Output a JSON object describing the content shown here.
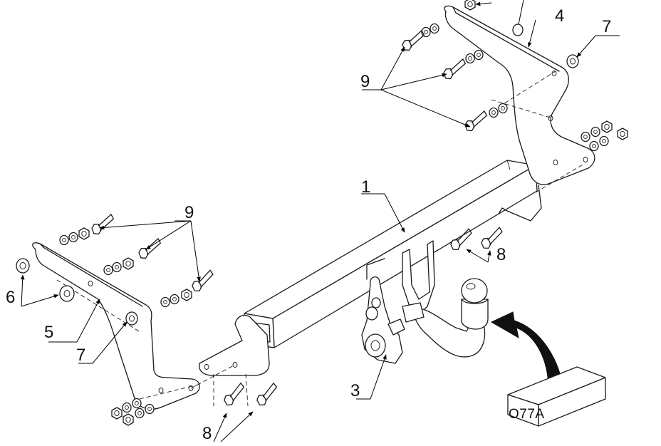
{
  "callouts": [
    {
      "key": "frame",
      "label": "1"
    },
    {
      "key": "socket",
      "label": "3"
    },
    {
      "key": "right_bracket",
      "label": "4"
    },
    {
      "key": "left_bracket",
      "label": "5"
    },
    {
      "key": "spacer_left",
      "label": "6"
    },
    {
      "key": "washer_left",
      "label": "7"
    },
    {
      "key": "washer_right",
      "label": "7"
    },
    {
      "key": "bolts_bottom",
      "label": "8"
    },
    {
      "key": "bolts_center",
      "label": "8"
    },
    {
      "key": "bolts_left",
      "label": "9"
    },
    {
      "key": "bolts_right",
      "label": "9"
    }
  ],
  "kit_box": {
    "code": "O77A"
  },
  "icons": [
    "curved-arrow-icon",
    "kit-box-icon"
  ]
}
